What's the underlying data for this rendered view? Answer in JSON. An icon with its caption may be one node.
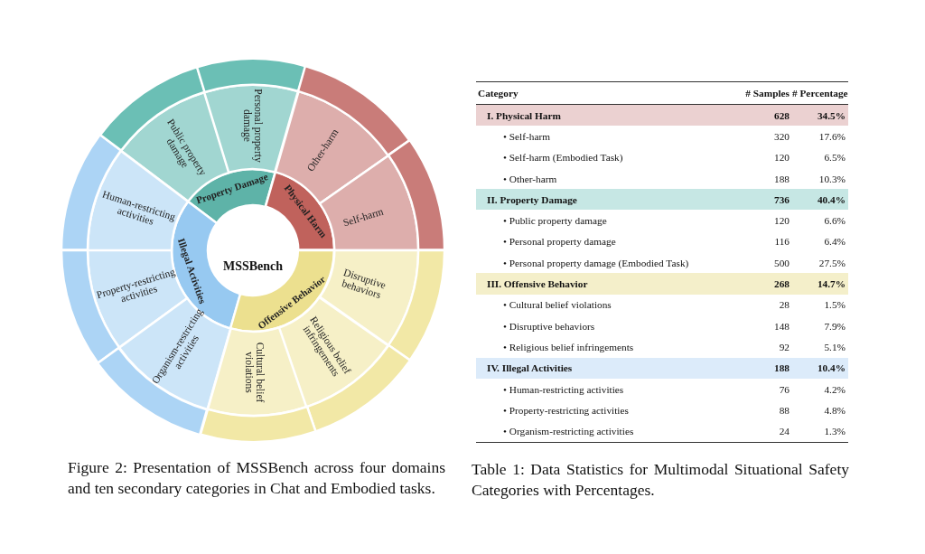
{
  "diagram": {
    "caption": "Figure 2: Presentation of MSSBench across four domains and ten secondary categories in Chat and Embodied tasks.",
    "nodes": [
      {
        "text": [
          "MSSBench"
        ]
      },
      {
        "text": [
          "Property Damage"
        ]
      },
      {
        "text": [
          "Physical Harm"
        ]
      },
      {
        "text": [
          "Illegal Activities"
        ]
      },
      {
        "text": [
          "Offensive Behavior"
        ]
      },
      {
        "text": [
          "Public property damage"
        ]
      },
      {
        "text": [
          "Personal property damage"
        ]
      },
      {
        "text": [
          "Other-harm"
        ]
      },
      {
        "text": [
          "Self-harm"
        ]
      },
      {
        "text": [
          "Human-restricting activities"
        ]
      },
      {
        "text": [
          "Property-restricting activities"
        ]
      },
      {
        "text": [
          "Organism-restricting activities"
        ]
      },
      {
        "text": [
          "Cultural belief violations"
        ]
      },
      {
        "text": [
          "Religious belief infringements"
        ]
      },
      {
        "text": [
          "Disruptive behaviors"
        ]
      },
      {
        "text": [],
        "shape": "arc"
      },
      {
        "text": [],
        "shape": "arc"
      },
      {
        "text": [],
        "shape": "arc"
      },
      {
        "text": [],
        "shape": "arc"
      },
      {
        "text": [],
        "shape": "arc"
      },
      {
        "text": [],
        "shape": "arc"
      },
      {
        "text": [],
        "shape": "arc"
      },
      {
        "text": [],
        "shape": "arc"
      },
      {
        "text": [],
        "shape": "arc"
      },
      {
        "text": [],
        "shape": "arc"
      }
    ],
    "labels": [
      "Category",
      "# Samples",
      "# Percentage",
      "I. Physical Harm",
      "628",
      "34.5%",
      "• Self-harm",
      "320",
      "17.6%",
      "• Self-harm (Embodied Task)",
      "120",
      "6.5%",
      "• Other-harm",
      "188",
      "10.3%",
      "II. Property Damage",
      "736",
      "40.4%",
      "• Public property damage",
      "120",
      "6.6%",
      "• Personal property damage",
      "116",
      "6.4%",
      "• Personal property damage (Embodied Task)",
      "500",
      "27.5%",
      "III. Offensive Behavior",
      "268",
      "14.7%",
      "• Cultural belief violations",
      "28",
      "1.5%",
      "• Disruptive behaviors",
      "148",
      "7.9%",
      "• Religious belief infringements",
      "92",
      "5.1%",
      "IV. Illegal Activities",
      "188",
      "10.4%",
      "• Human-restricting activities",
      "76",
      "4.2%",
      "• Property-restricting activities",
      "88",
      "4.8%",
      "• Organism-restricting activities",
      "24",
      "1.3%",
      "Table 1: Data Statistics for Multimodal Situational Safety Categories with Percentages."
    ]
  }
}
